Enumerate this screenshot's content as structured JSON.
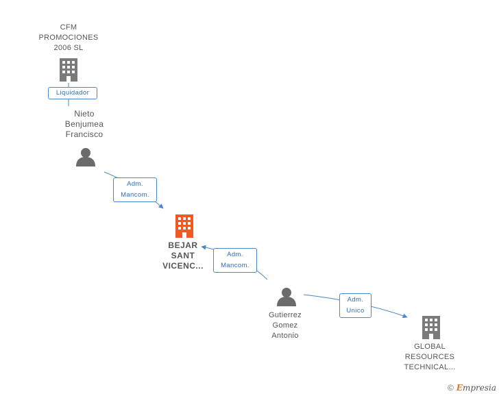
{
  "colors": {
    "edge": "#4a86c8",
    "company": "#7a7a7a",
    "main_company": "#f05a22",
    "person": "#6b6b6b"
  },
  "nodes": {
    "cfm": {
      "lines": [
        "CFM",
        "PROMOCIONES",
        "2006 SL"
      ],
      "icon": "building-icon"
    },
    "nieto": {
      "lines": [
        "Nieto",
        "Benjumea",
        "Francisco"
      ],
      "icon": "person-icon"
    },
    "bejar": {
      "lines": [
        "BEJAR",
        "SANT",
        "VICENC..."
      ],
      "icon": "building-icon"
    },
    "gutierrez": {
      "lines": [
        "Gutierrez",
        "Gomez",
        "Antonio"
      ],
      "icon": "person-icon"
    },
    "global": {
      "lines": [
        "GLOBAL",
        "RESOURCES",
        "TECHNICAL..."
      ],
      "icon": "building-icon"
    }
  },
  "edges": {
    "liquidador": {
      "lines": [
        "Liquidador"
      ]
    },
    "adm_mancom_1": {
      "lines": [
        "Adm.",
        "Mancom."
      ]
    },
    "adm_mancom_2": {
      "lines": [
        "Adm.",
        "Mancom."
      ]
    },
    "adm_unico": {
      "lines": [
        "Adm.",
        "Unico"
      ]
    }
  },
  "footer": {
    "copyright": "©",
    "brand_initial": "E",
    "brand_rest": "mpresia"
  }
}
